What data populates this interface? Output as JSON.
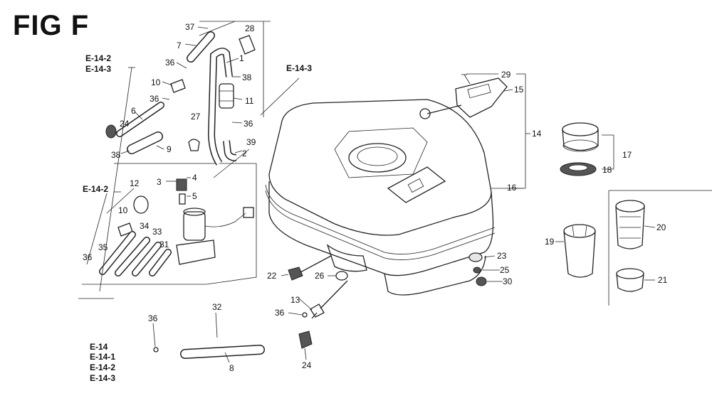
{
  "figure": {
    "title": "FIG F",
    "references": {
      "top_left": [
        "E-14-2",
        "E-14-3"
      ],
      "center": "E-14-3",
      "mid_left": "E-14-2",
      "bottom_left": [
        "E-14",
        "E-14-1",
        "E-14-2",
        "E-14-3"
      ]
    },
    "part_numbers": {
      "p37": "37",
      "p7": "7",
      "p28": "28",
      "p36a": "36",
      "p1": "1",
      "p38a": "38",
      "p10a": "10",
      "p36b": "36",
      "p11": "11",
      "p6": "6",
      "p36c": "36",
      "p27": "27",
      "p24a": "24",
      "p2": "2",
      "p39": "39",
      "p38b": "38",
      "p9": "9",
      "p3": "3",
      "p4": "4",
      "p5": "5",
      "p12": "12",
      "p10b": "10",
      "p34": "34",
      "p33": "33",
      "p31": "31",
      "p35": "35",
      "p36d": "36",
      "p29": "29",
      "p15": "15",
      "p14": "14",
      "p16": "16",
      "p17": "17",
      "p18": "18",
      "p19": "19",
      "p20": "20",
      "p21": "21",
      "p22": "22",
      "p26": "26",
      "p23": "23",
      "p25": "25",
      "p30": "30",
      "p13": "13",
      "p36e": "36",
      "p32": "32",
      "p36f": "36",
      "p8": "8",
      "p24b": "24"
    }
  }
}
